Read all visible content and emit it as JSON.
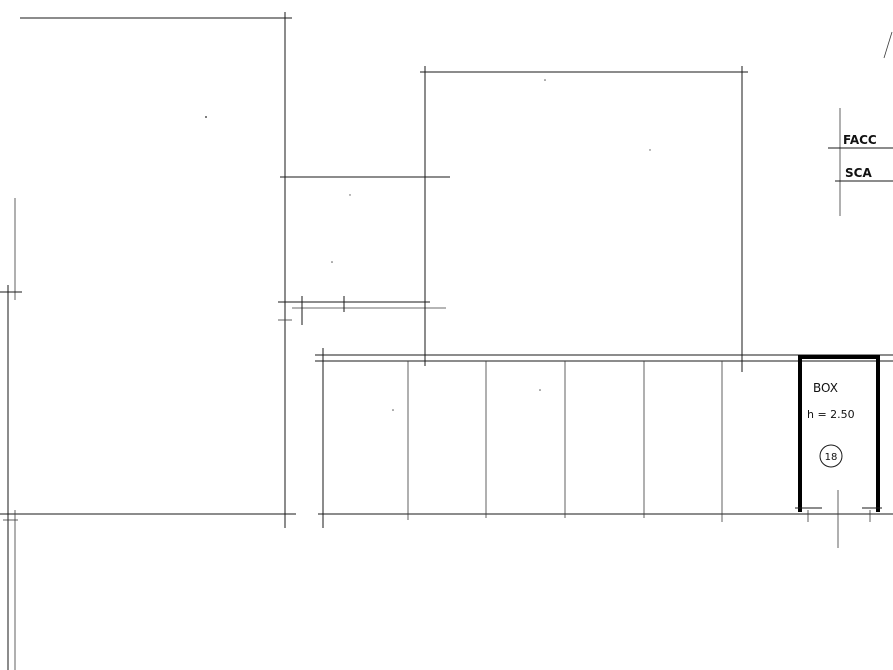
{
  "drawing": {
    "ink_color": "#1a1a1a",
    "background": "#ffffff",
    "box_unit": {
      "label": "BOX",
      "height_note": "h = 2.50",
      "number": "18"
    },
    "partial_heading": {
      "line1": "FACC",
      "line2": "SCA"
    }
  }
}
